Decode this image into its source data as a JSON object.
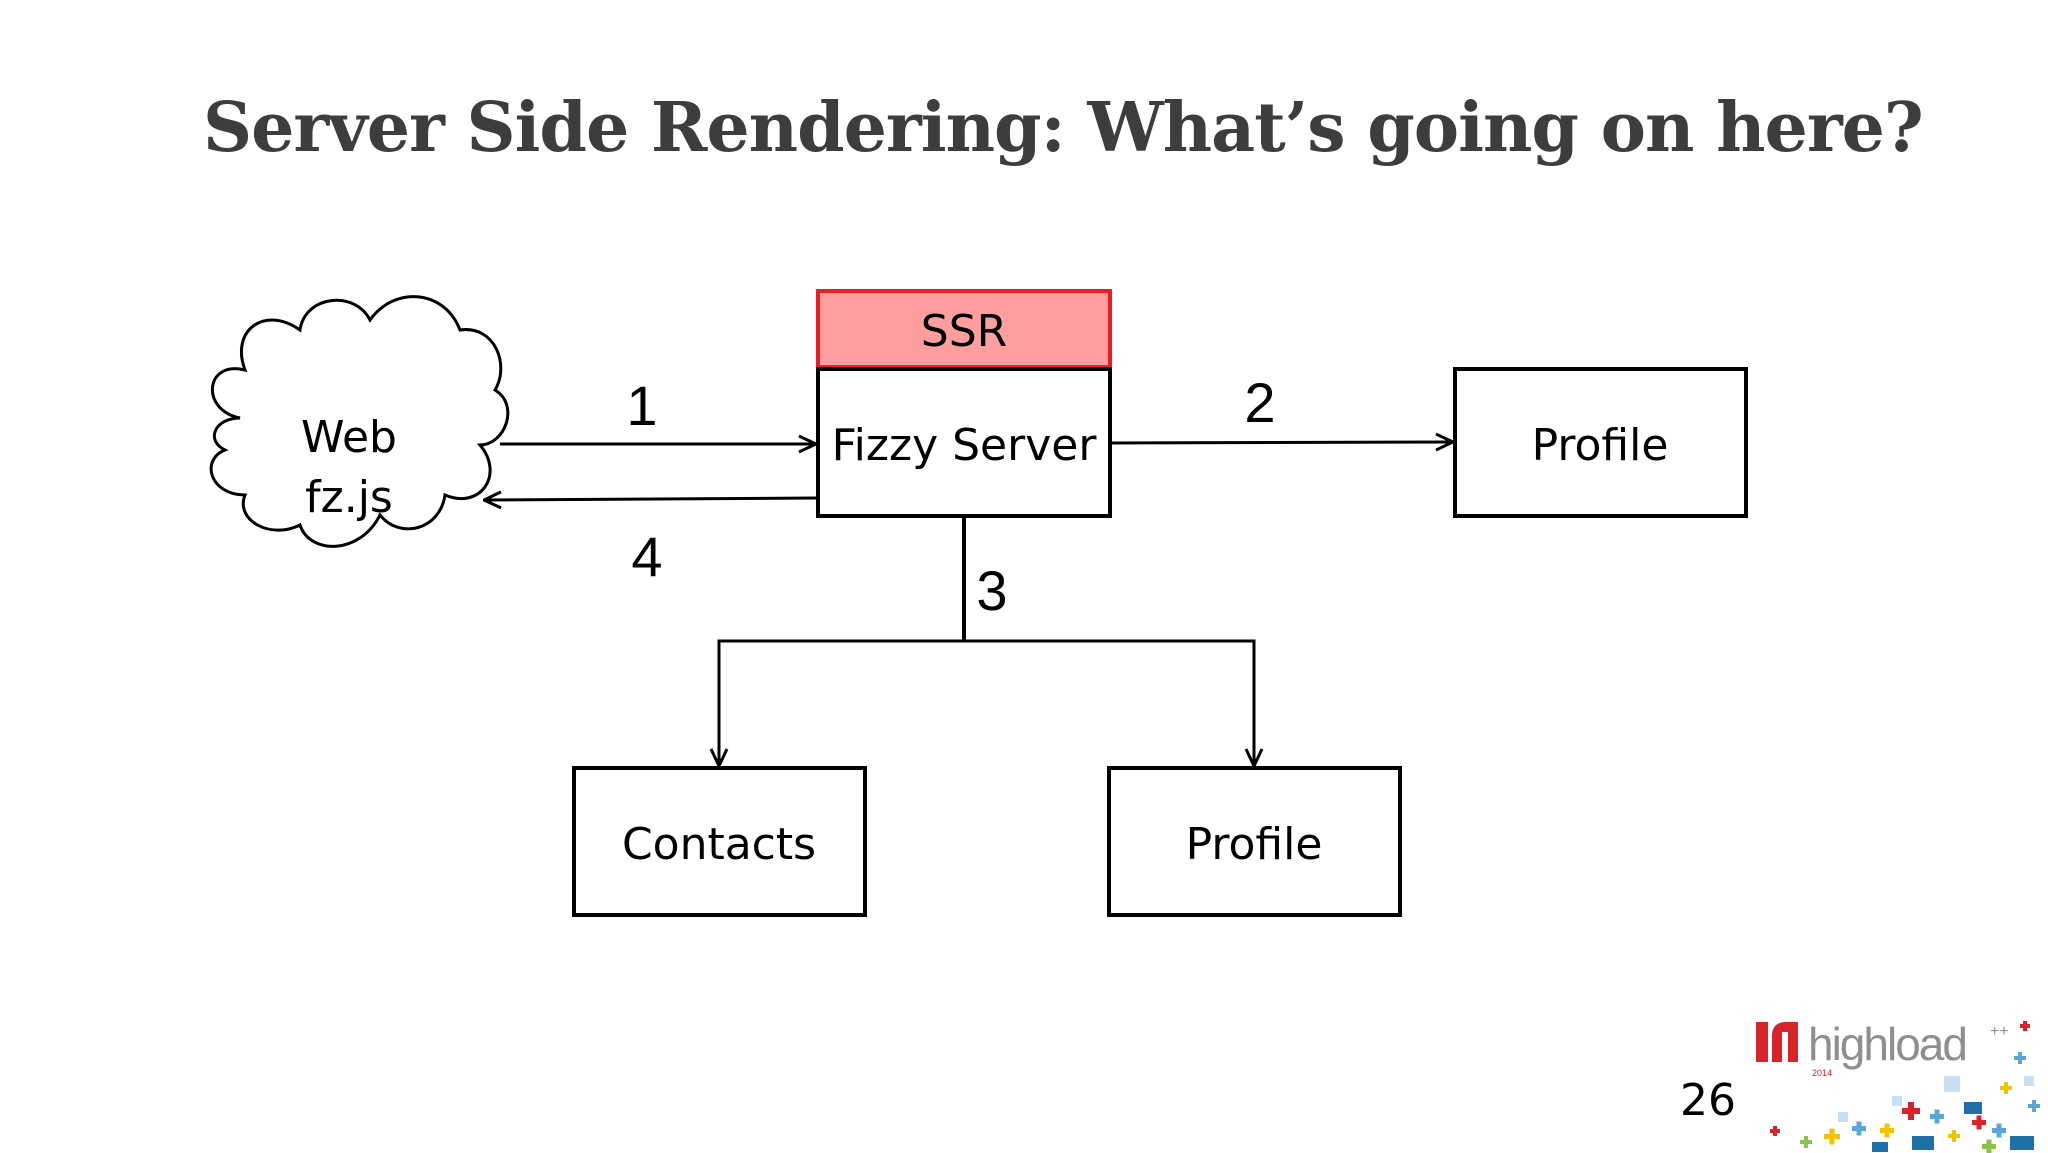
{
  "slide": {
    "title": "Server Side Rendering: What’s going on here?",
    "page_number": "26"
  },
  "diagram": {
    "nodes": {
      "web_line1": "Web",
      "web_line2": "fz.js",
      "ssr": "SSR",
      "server": "Fizzy Server",
      "profile_right": "Profile",
      "contacts": "Contacts",
      "profile_bottom": "Profile"
    },
    "steps": {
      "s1": "1",
      "s2": "2",
      "s3": "3",
      "s4": "4"
    },
    "edges": [
      {
        "from": "Web",
        "to": "Fizzy Server",
        "label": "1"
      },
      {
        "from": "Fizzy Server",
        "to": "Profile",
        "label": "2"
      },
      {
        "from": "Fizzy Server",
        "to": "Contacts",
        "label": "3"
      },
      {
        "from": "Fizzy Server",
        "to": "Profile",
        "label": "3"
      },
      {
        "from": "Fizzy Server",
        "to": "Web",
        "label": "4"
      }
    ],
    "colors": {
      "ssr_fill": "#ff9e9e",
      "ssr_border": "#ee1c25",
      "stroke": "#000000",
      "title": "#3d3d3d"
    }
  },
  "branding": {
    "logo_text": "highload",
    "logo_superscript": "++",
    "logo_year": "2014",
    "logo_red": "#d8232a"
  }
}
